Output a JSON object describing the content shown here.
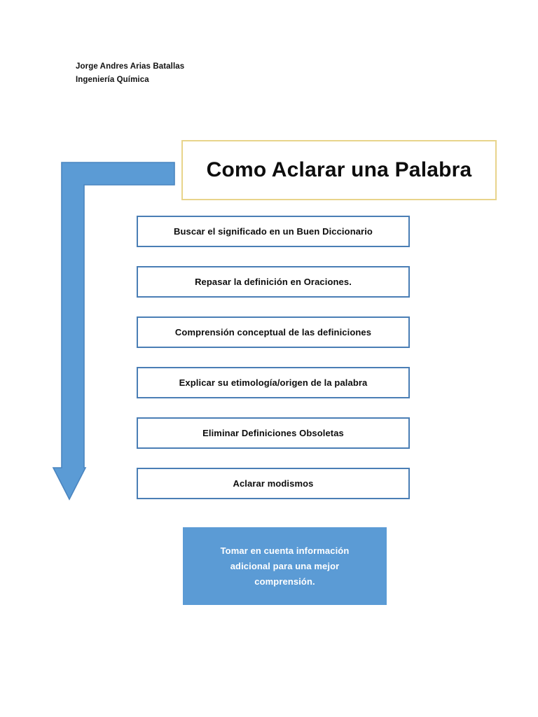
{
  "document": {
    "author_name": "Jorge Andres Arias Batallas",
    "author_program": "Ingeniería Química"
  },
  "diagram": {
    "title": "Como Aclarar una Palabra",
    "title_border_color": "#E8D48B",
    "step_border_color": "#4A7EB5",
    "arrow_fill_color": "#5B9BD5",
    "arrow_stroke_color": "#4A85C0",
    "note_fill_color": "#5B9BD5",
    "note_text_color": "#FFFFFF",
    "arrow_icon_name": "elbow-arrow-down",
    "steps": [
      {
        "label": "Buscar el significado en un Buen Diccionario"
      },
      {
        "label": "Repasar la definición en Oraciones."
      },
      {
        "label": "Comprensión conceptual de las definiciones"
      },
      {
        "label": "Explicar su etimología/origen de la palabra"
      },
      {
        "label": "Eliminar Definiciones Obsoletas"
      },
      {
        "label": "Aclarar modismos"
      }
    ],
    "note": {
      "line1": "Tomar en cuenta información",
      "line2": "adicional para una mejor",
      "line3": "comprensión."
    }
  }
}
